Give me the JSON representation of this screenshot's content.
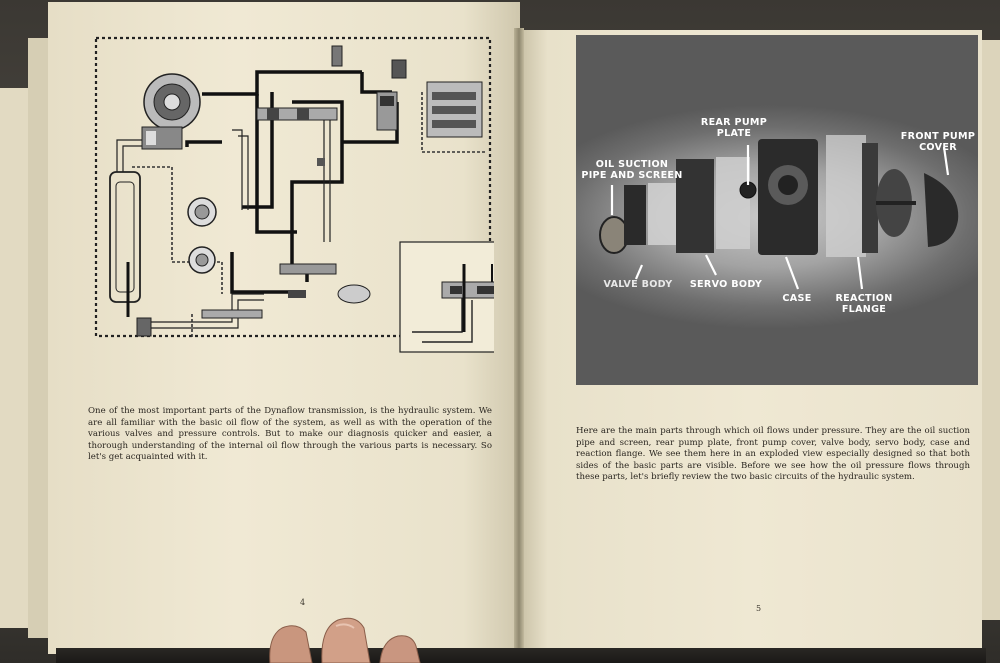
{
  "left_page": {
    "body": "One of the most important parts of the Dynaflow transmission, is the hydraulic system. We are all familiar with the basic oil flow of the system, as well as with the operation of the various valves and pressure controls. But to make our diagnosis quicker and easier, a thorough understanding of the internal oil flow through the various parts is necessary. So let's get acquainted with it.",
    "page_number": "4"
  },
  "right_page": {
    "callouts": {
      "oil_suction": "OIL SUCTION\nPIPE AND SCREEN",
      "rear_pump": "REAR PUMP\nPLATE",
      "front_pump": "FRONT PUMP\nCOVER",
      "valve_body": "VALVE BODY",
      "servo_body": "SERVO BODY",
      "case": "CASE",
      "reaction_flange": "REACTION\nFLANGE"
    },
    "body": "Here are the main parts through which oil flows under pressure. They are the oil suction pipe and screen, rear pump plate, front pump cover, valve body, servo body, case and reaction flange. We see them here in an exploded view especially designed so that both sides of the basic parts are visible. Before we see how the oil pressure flows through these parts, let's briefly review the two basic circuits of the hydraulic system.",
    "page_number": "5"
  }
}
